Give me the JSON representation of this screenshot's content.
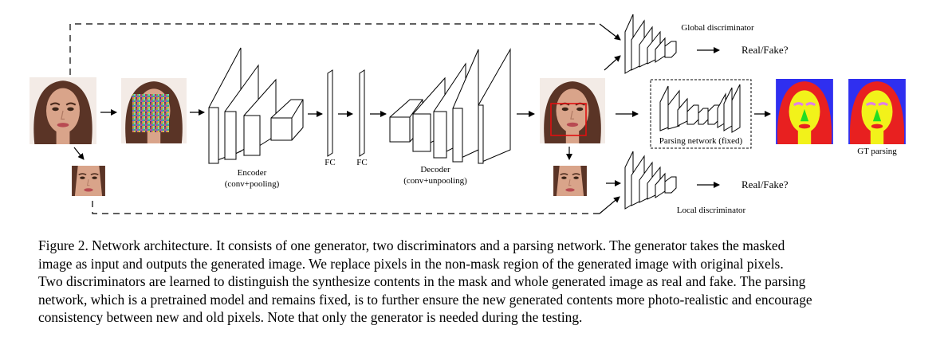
{
  "labels": {
    "encoder": "Encoder",
    "encoder_sub": "(conv+pooling)",
    "fc1": "FC",
    "fc2": "FC",
    "decoder": "Decoder",
    "decoder_sub": "(conv+unpooling)",
    "global_disc": "Global discriminator",
    "local_disc": "Local discriminator",
    "real_fake_global": "Real/Fake?",
    "real_fake_local": "Real/Fake?",
    "parsing_network": "Parsing network (fixed)",
    "gt_parsing": "GT parsing"
  },
  "caption": {
    "lines": [
      "Figure 2. Network architecture. It consists of one generator, two discriminators and a parsing network. The generator takes the masked",
      "image as input and outputs the generated image. We replace pixels in the non-mask region of the generated image with original pixels.",
      "Two discriminators are learned to distinguish the synthesize contents in the mask and whole generated image as real and fake. The parsing",
      "network, which is a pretrained model and remains fixed, is to further ensure the new generated contents more photo-realistic and encourage",
      "consistency between new and old pixels. Note that only the generator is needed during the testing."
    ]
  },
  "colors": {
    "skin": "#d9a48a",
    "hair": "#5a3426",
    "parsing_background": "#2f2ff0",
    "parsing_hair": "#e82020",
    "parsing_face": "#f2f21a",
    "parsing_nose": "#22dd22",
    "parsing_brows": "#e080e8",
    "mask_box": "#e01010"
  }
}
